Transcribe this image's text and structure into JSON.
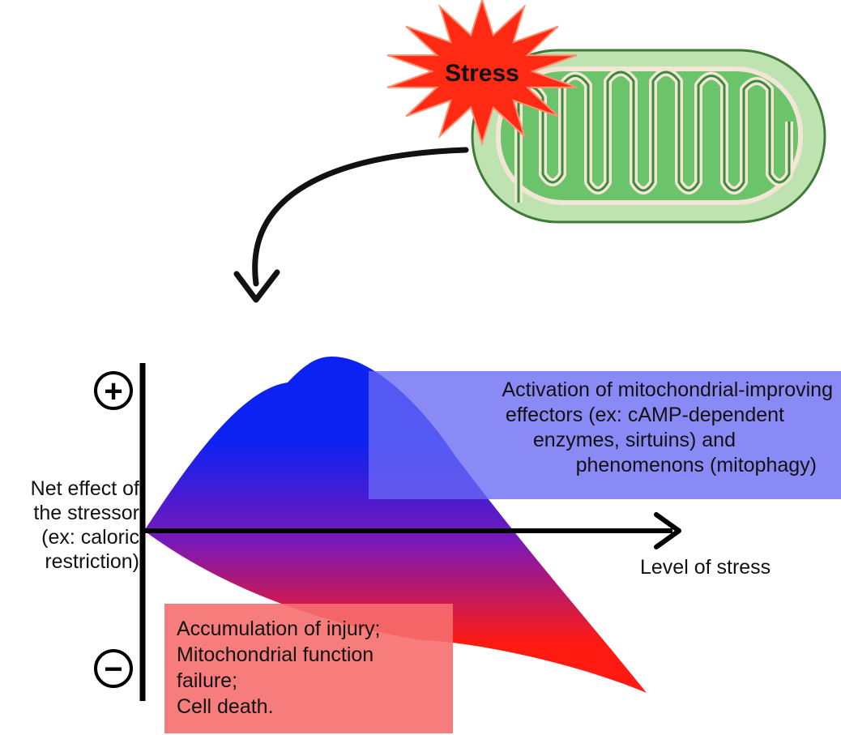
{
  "stress_badge": {
    "label": "Stress",
    "fill": "#ff2a14",
    "stroke": "#ff8f6f"
  },
  "mitochondrion": {
    "outer_fill": "#bfe3b0",
    "inner_fill": "#6cc46a",
    "cristae_fill": "#4faa4f",
    "membrane": "#f3e6d6"
  },
  "axis": {
    "y_label_lines": [
      "Net effect of",
      "the stressor",
      "(ex: caloric",
      "restriction)"
    ],
    "x_label": "Level of stress",
    "positive_symbol": "+",
    "negative_symbol": "−"
  },
  "positive_effect": {
    "lines": [
      "Activation of mitochondrial-improving",
      "effectors (ex: cAMP-dependent",
      "enzymes, sirtuins) and",
      "phenomenons (mitophagy)"
    ],
    "box_color": "#6969f5"
  },
  "negative_effect": {
    "lines": [
      "Accumulation of injury;",
      "Mitochondrial function",
      "failure;",
      "Cell death."
    ],
    "box_color": "#f66e6e"
  },
  "curve_gradient": {
    "top": "#0b22f2",
    "bottom": "#ff1a12"
  }
}
